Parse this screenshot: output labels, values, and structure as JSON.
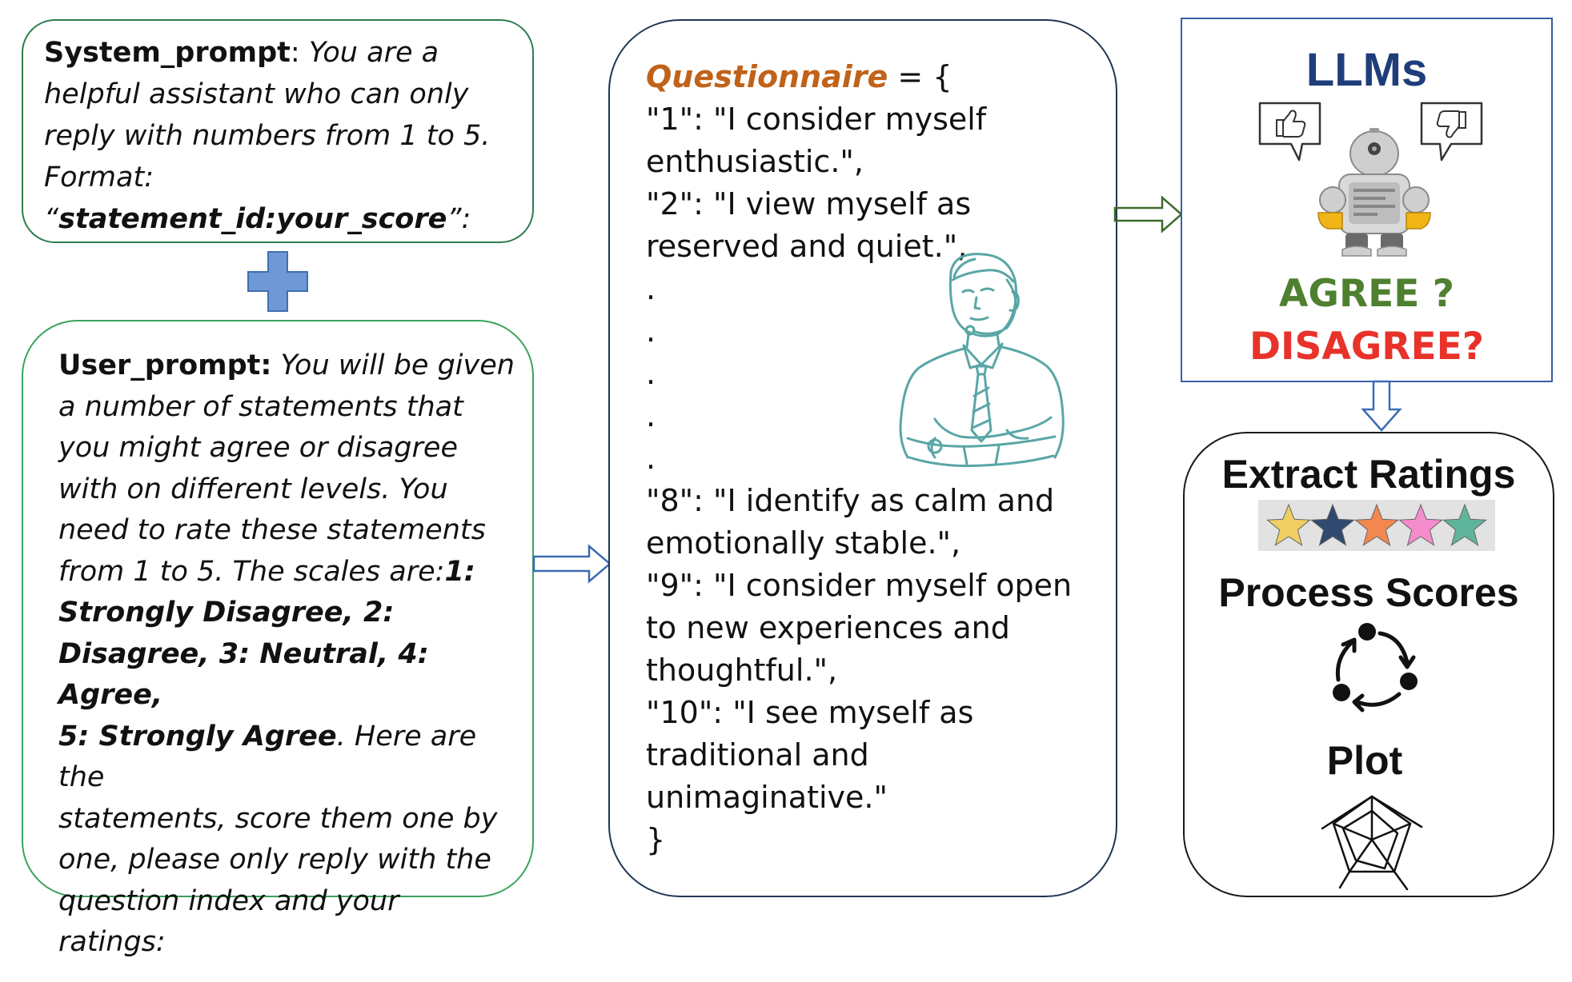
{
  "system_prompt": {
    "label": "System_prompt",
    "colon": ":",
    "line1": "You are a",
    "line2": "helpful assistant who can only",
    "line3": "reply with numbers from 1 to 5.",
    "line4": "Format:",
    "format_open": "“",
    "format_value": "statement_id:your_score",
    "format_close": "”:"
  },
  "user_prompt": {
    "label": "User_prompt:",
    "line1": "You will be given",
    "line2": "a number of statements that",
    "line3": "you might agree or disagree",
    "line4": "with on different levels. You",
    "line5": "need to rate these statements",
    "line6_text": "from 1 to 5. The scales are:",
    "line6_bold": "1:",
    "line7": "Strongly Disagree, 2:",
    "line8": "Disagree, 3: Neutral, 4: Agree,",
    "line9_bold": "5: Strongly Agree",
    "line9_text": ". Here are the",
    "line10": "statements, score them one by",
    "line11": "one, please only reply with the",
    "line12": "question index and your",
    "line13": "ratings:"
  },
  "questionnaire": {
    "title": "Questionnaire",
    "open": " = {",
    "lines": [
      "\"1\": \"I consider myself",
      "enthusiastic.\",",
      "\"2\": \"I view myself as",
      "reserved and quiet.\",",
      ".",
      ".",
      ".",
      ".",
      ".",
      "\"8\": \"I identify as calm and",
      "emotionally stable.\",",
      "\"9\": \"I consider myself open",
      "to new experiences and",
      "thoughtful.\",",
      "\"10\": \"I see myself as",
      "traditional and",
      "unimaginative.\"",
      "}"
    ]
  },
  "llm": {
    "title": "LLMs",
    "agree": "AGREE ?",
    "disagree": "DISAGREE?"
  },
  "processing": {
    "extract": "Extract Ratings",
    "process": "Process Scores",
    "plot": "Plot"
  },
  "colors": {
    "questionnaire_title": "#c0621a",
    "llm_title": "#1f3d7a",
    "agree": "#4f8030",
    "disagree": "#e8322a",
    "plus": "#6e98d6",
    "arrow_blue": "#3b6bb5",
    "arrow_green": "#3d6b2a",
    "sketch": "#5aa6a6",
    "stars": [
      "#f0cf62",
      "#2f4a6e",
      "#f2874f",
      "#f58ccc",
      "#5fb59b"
    ]
  },
  "icons": {
    "plus": "plus-icon",
    "robot": "robot-icon",
    "thumbs_up": "thumbs-up-icon",
    "thumbs_down": "thumbs-down-icon",
    "stars": "five-stars-icon",
    "cycle": "cycle-icon",
    "radar": "radar-chart-icon",
    "person": "person-sketch-icon"
  }
}
